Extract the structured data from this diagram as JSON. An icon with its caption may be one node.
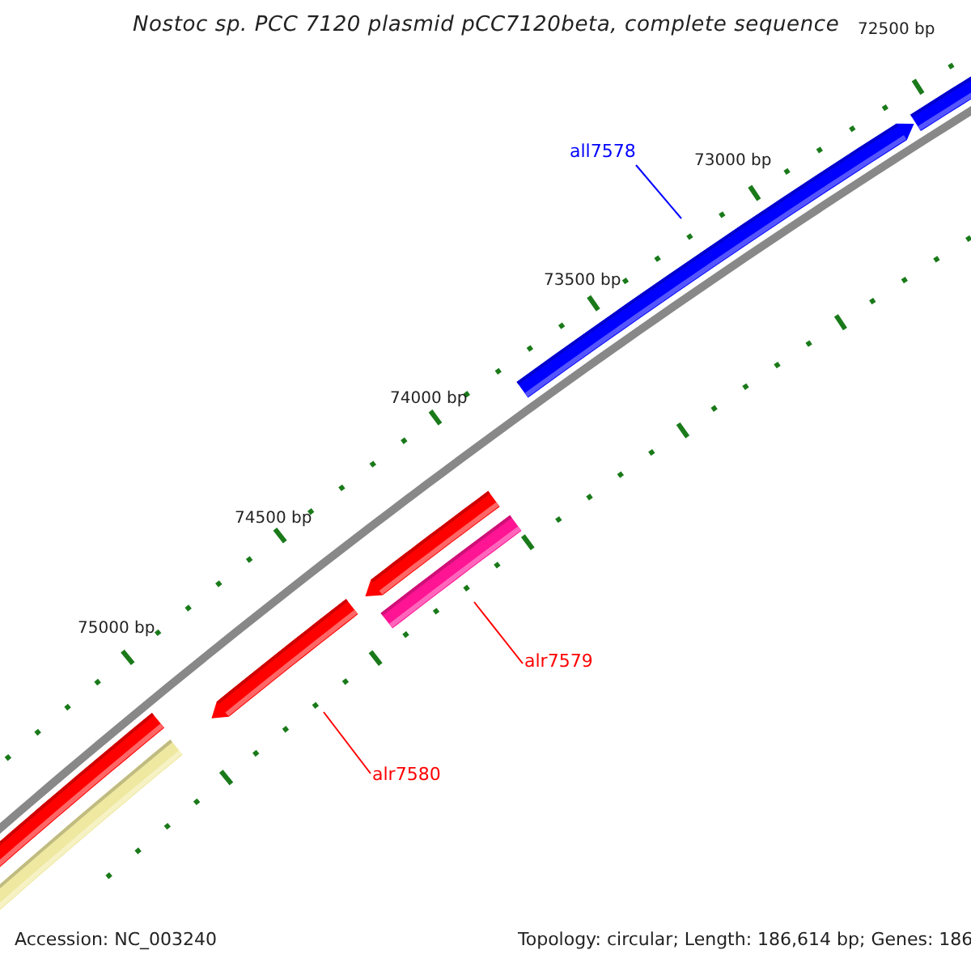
{
  "diagram": {
    "title": "Nostoc sp. PCC 7120 plasmid pCC7120beta, complete sequence",
    "nodes": [
      {
        "text": [
          "all7578"
        ]
      },
      {
        "text": [],
        "shape": "bar"
      },
      {
        "text": [
          "alr7579"
        ]
      },
      {
        "text": [],
        "shape": "bar"
      },
      {
        "text": [
          "alr7580"
        ]
      },
      {
        "text": [],
        "shape": "bar"
      }
    ],
    "edges": [
      {
        "from": 0,
        "to": 1,
        "arrow": "none",
        "color": "#0000ff"
      },
      {
        "from": 2,
        "to": 3,
        "arrow": "none"
      },
      {
        "from": 4,
        "to": 5,
        "arrow": "none"
      }
    ],
    "labels": [
      "72500 bp",
      "73000 bp",
      "73500 bp",
      "74000 bp",
      "74500 bp",
      "75000 bp",
      "Accession: NC_003240",
      "Topology: circular; Length: 186,614 bp; Genes: 186"
    ]
  }
}
